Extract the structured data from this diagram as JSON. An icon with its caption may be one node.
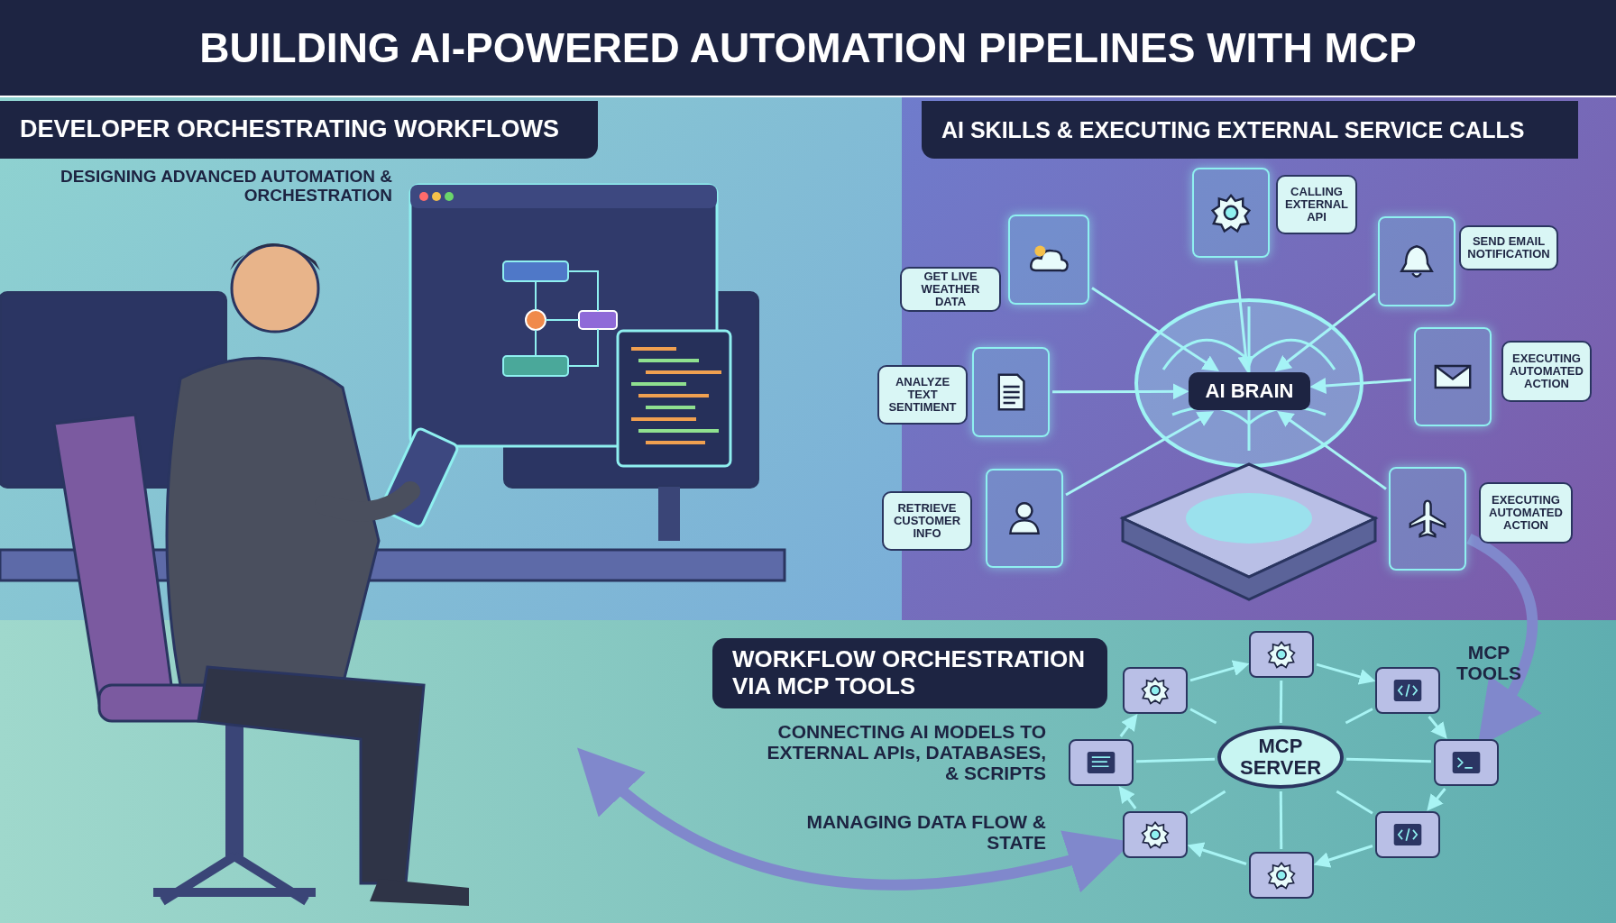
{
  "diagram": {
    "title": "BUILDING AI-POWERED AUTOMATION PIPELINES WITH MCP",
    "nodes": [
      {
        "text": [
          "DEVELOPER ORCHESTRATING WORKFLOWS"
        ]
      },
      {
        "text": [
          "AI SKILLS & EXECUTING EXTERNAL SERVICE CALLS"
        ]
      },
      {
        "text": [
          "AI BRAIN"
        ]
      },
      {
        "text": [],
        "shape": "picture"
      },
      {
        "text": [
          "GET LIVE WEATHER DATA"
        ]
      },
      {
        "text": [],
        "shape": "picture"
      },
      {
        "text": [
          "CALLING EXTERNAL API"
        ]
      },
      {
        "text": [],
        "shape": "picture"
      },
      {
        "text": [
          "SEND EMAIL NOTIFICATION"
        ]
      },
      {
        "text": [],
        "shape": "picture"
      },
      {
        "text": [
          "ANALYZE TEXT SENTIMENT"
        ]
      },
      {
        "text": [],
        "shape": "picture"
      },
      {
        "text": [
          "EXECUTING AUTOMATED ACTION"
        ]
      },
      {
        "text": [],
        "shape": "picture"
      },
      {
        "text": [
          "RETRIEVE CUSTOMER INFO"
        ]
      },
      {
        "text": [],
        "shape": "picture"
      },
      {
        "text": [
          "EXECUTING AUTOMATED ACTION"
        ]
      },
      {
        "text": [
          "WORKFLOW ORCHESTRATION VIA MCP TOOLS"
        ]
      },
      {
        "text": [
          "MCP SERVER"
        ]
      },
      {
        "text": [],
        "shape": "box"
      },
      {
        "text": [],
        "shape": "box"
      },
      {
        "text": [],
        "shape": "box"
      },
      {
        "text": [],
        "shape": "box"
      },
      {
        "text": [],
        "shape": "box"
      },
      {
        "text": [],
        "shape": "box"
      },
      {
        "text": [],
        "shape": "box"
      },
      {
        "text": [],
        "shape": "box"
      }
    ],
    "edges": [
      {
        "from": 3,
        "to": 2,
        "arrow": "to"
      },
      {
        "from": 5,
        "to": 2,
        "arrow": "to"
      },
      {
        "from": 7,
        "to": 2,
        "arrow": "to"
      },
      {
        "from": 9,
        "to": 2,
        "arrow": "to"
      },
      {
        "from": 11,
        "to": 2,
        "arrow": "to"
      },
      {
        "from": 13,
        "to": 2,
        "arrow": "to"
      },
      {
        "from": 15,
        "to": 2,
        "arrow": "to"
      },
      {
        "from": 18,
        "to": 19,
        "arrow": "none"
      },
      {
        "from": 18,
        "to": 20,
        "arrow": "none"
      },
      {
        "from": 18,
        "to": 21,
        "arrow": "none"
      },
      {
        "from": 18,
        "to": 22,
        "arrow": "none"
      },
      {
        "from": 18,
        "to": 23,
        "arrow": "none"
      },
      {
        "from": 18,
        "to": 24,
        "arrow": "none"
      },
      {
        "from": 18,
        "to": 25,
        "arrow": "none"
      },
      {
        "from": 18,
        "to": 26,
        "arrow": "none"
      },
      {
        "from": 26,
        "to": 19,
        "arrow": "to"
      },
      {
        "from": 19,
        "to": 20,
        "arrow": "to"
      },
      {
        "from": 20,
        "to": 21,
        "arrow": "to"
      },
      {
        "from": 21,
        "to": 22,
        "arrow": "to"
      },
      {
        "from": 22,
        "to": 23,
        "arrow": "to"
      },
      {
        "from": 23,
        "to": 24,
        "arrow": "to"
      },
      {
        "from": 24,
        "to": 25,
        "arrow": "to"
      },
      {
        "from": 25,
        "to": 26,
        "arrow": "to"
      },
      {
        "from": 15,
        "to": 21,
        "arrow": "to",
        "style": "thick",
        "color": "#8088cc"
      },
      {
        "from": null,
        "to": 24,
        "arrow": "both",
        "style": "thick",
        "color": "#8088cc"
      }
    ],
    "labels": [
      "DESIGNING ADVANCED AUTOMATION & ORCHESTRATION",
      "MCP TOOLS",
      "CONNECTING AI MODELS TO EXTERNAL APIs, DATABASES, & SCRIPTS",
      "MANAGING DATA FLOW & STATE"
    ]
  }
}
